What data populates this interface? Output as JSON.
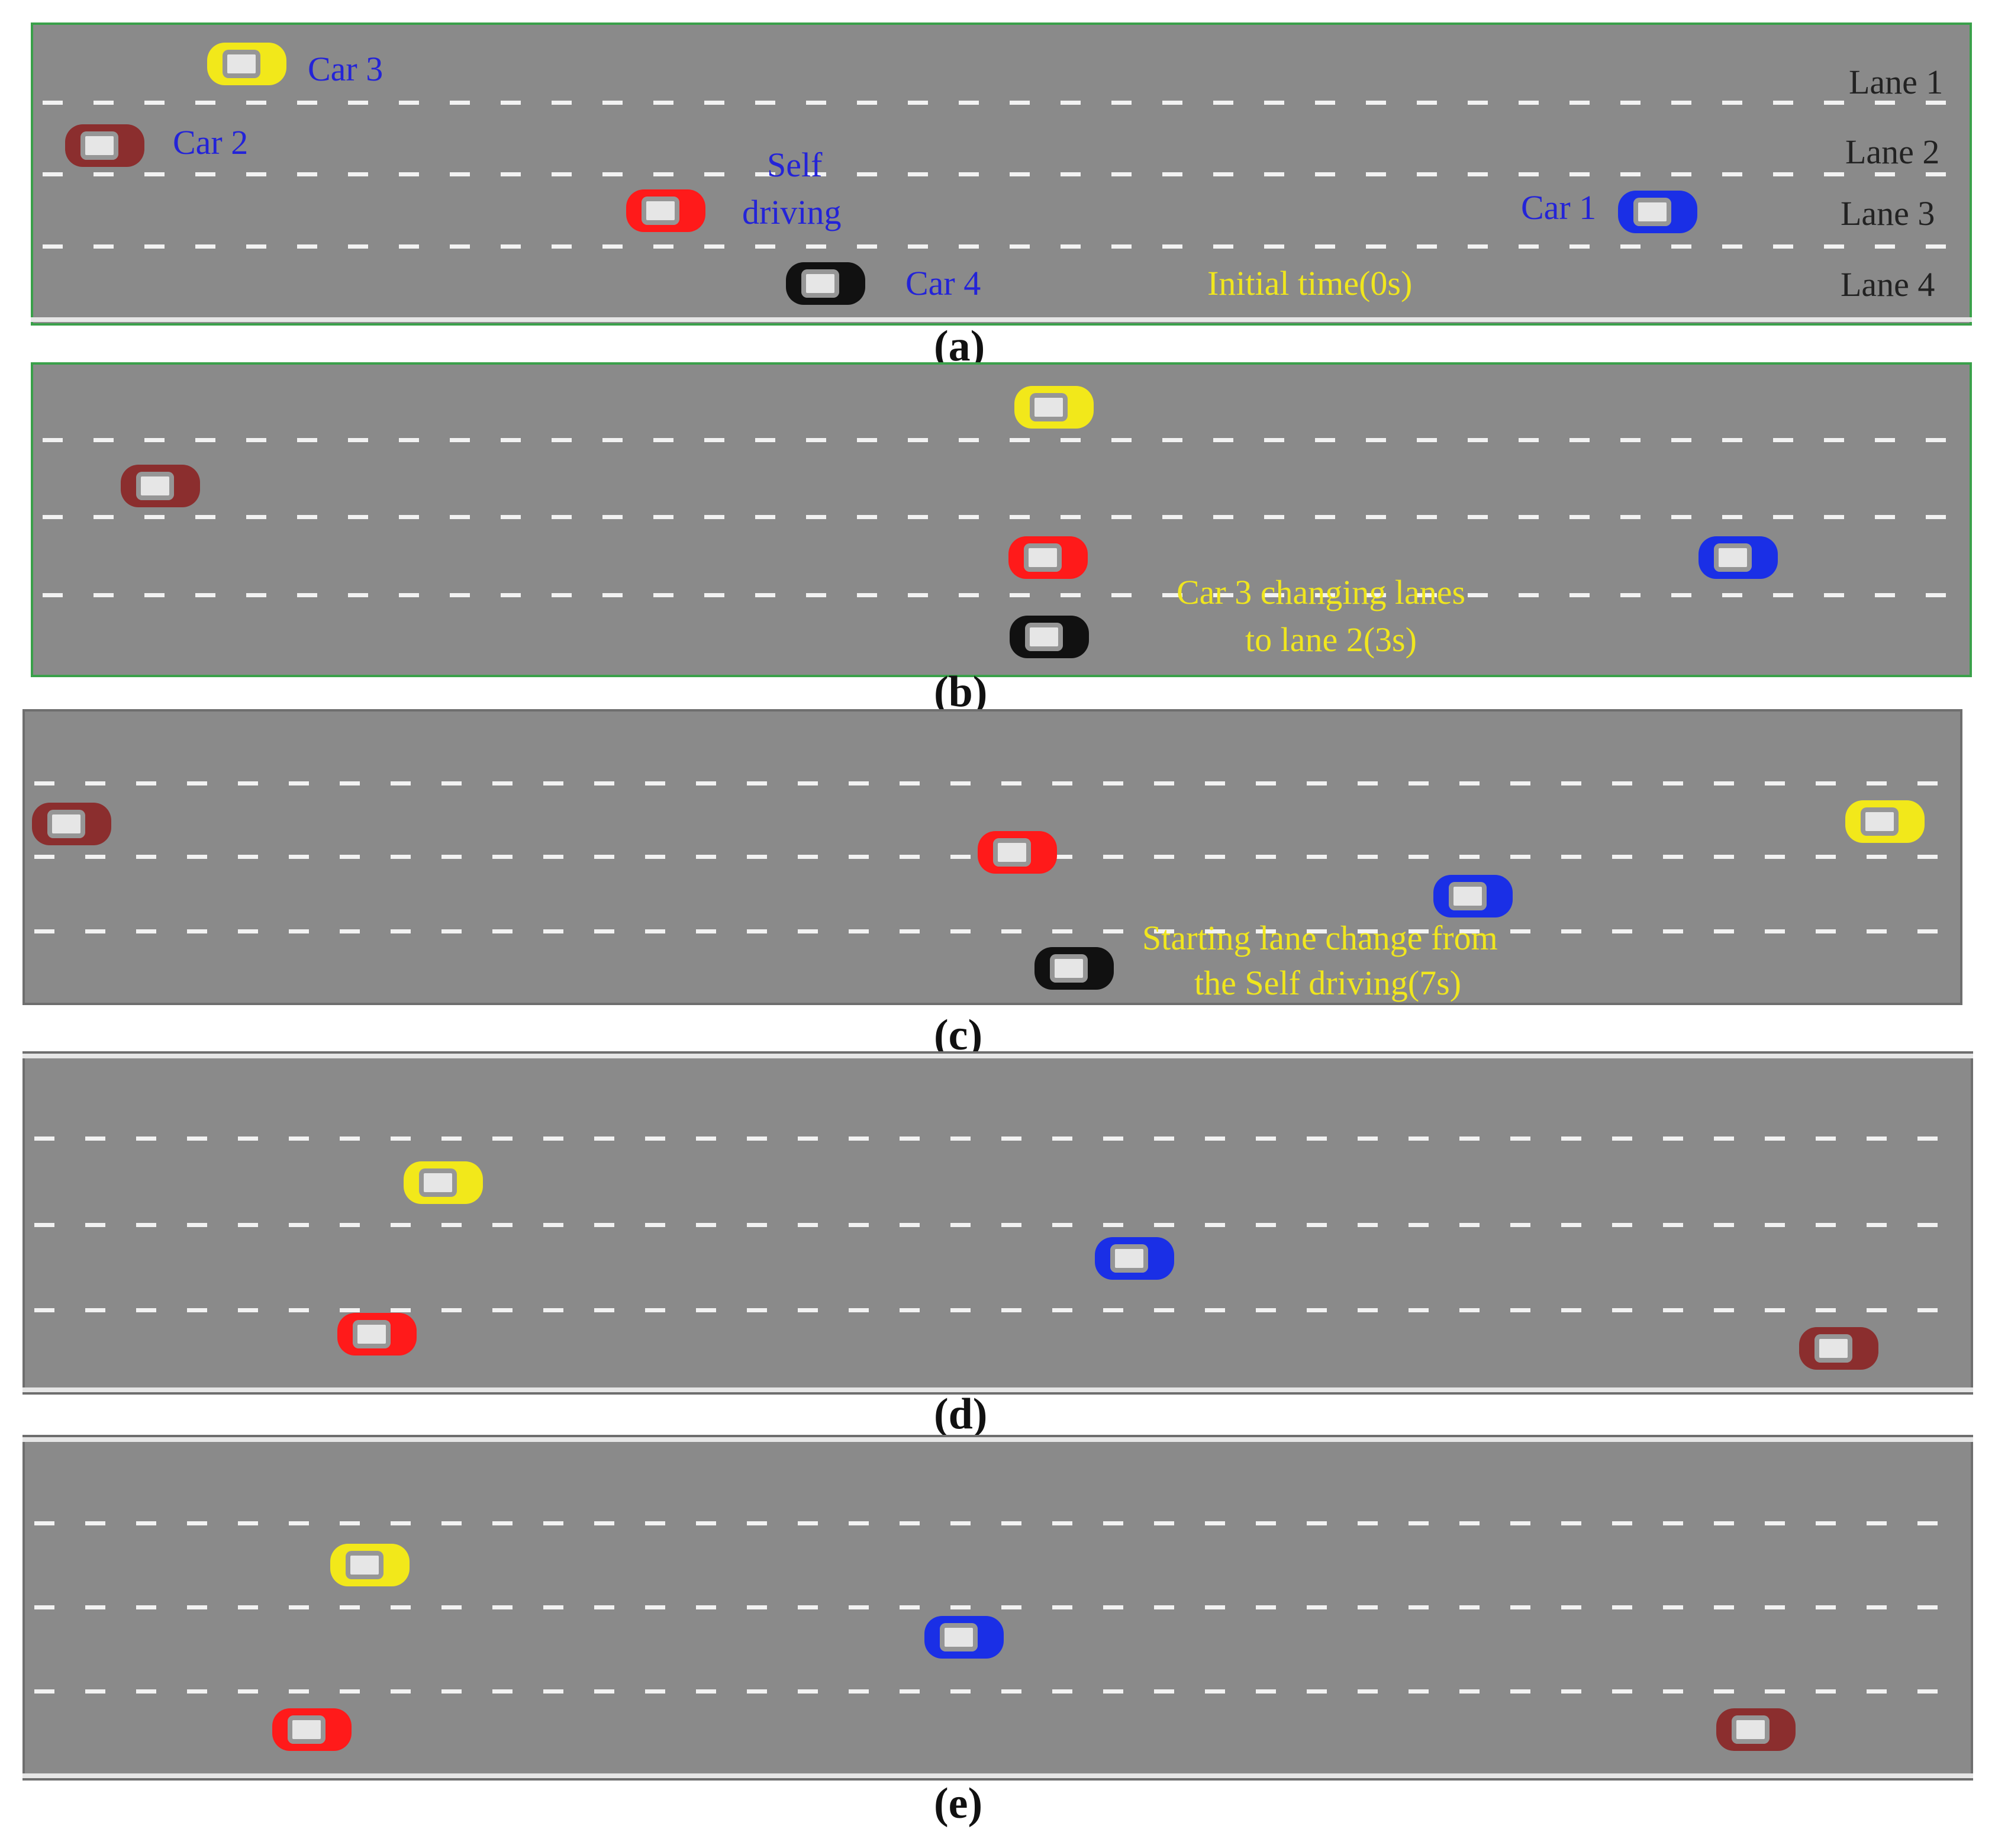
{
  "colors": {
    "road": "#8a8a8a",
    "lane_marking": "#f2f2f2",
    "label_blue": "#2323d8",
    "label_yellow": "#f0e61e",
    "car_self_driving": "#ff1a1a",
    "car_1": "#1a2fe6",
    "car_2": "#8b2e2e",
    "car_3": "#f2e81a",
    "car_4": "#111111"
  },
  "panels": [
    {
      "caption": "(a)",
      "labels": {
        "car3": "Car 3",
        "car2": "Car 2",
        "self_line1": "Self",
        "self_line2": "driving",
        "car1": "Car 1",
        "car4": "Car 4",
        "time": "Initial time(0s)",
        "lane1": "Lane 1",
        "lane2": "Lane 2",
        "lane3": "Lane 3",
        "lane4": "Lane 4"
      }
    },
    {
      "caption": "(b)",
      "note_line1": "Car 3 changing lanes",
      "note_line2": "to lane 2(3s)"
    },
    {
      "caption": "(c)",
      "note_line1": "Starting lane change from",
      "note_line2": "the Self driving(7s)"
    },
    {
      "caption": "(d)"
    },
    {
      "caption": "(e)"
    }
  ]
}
